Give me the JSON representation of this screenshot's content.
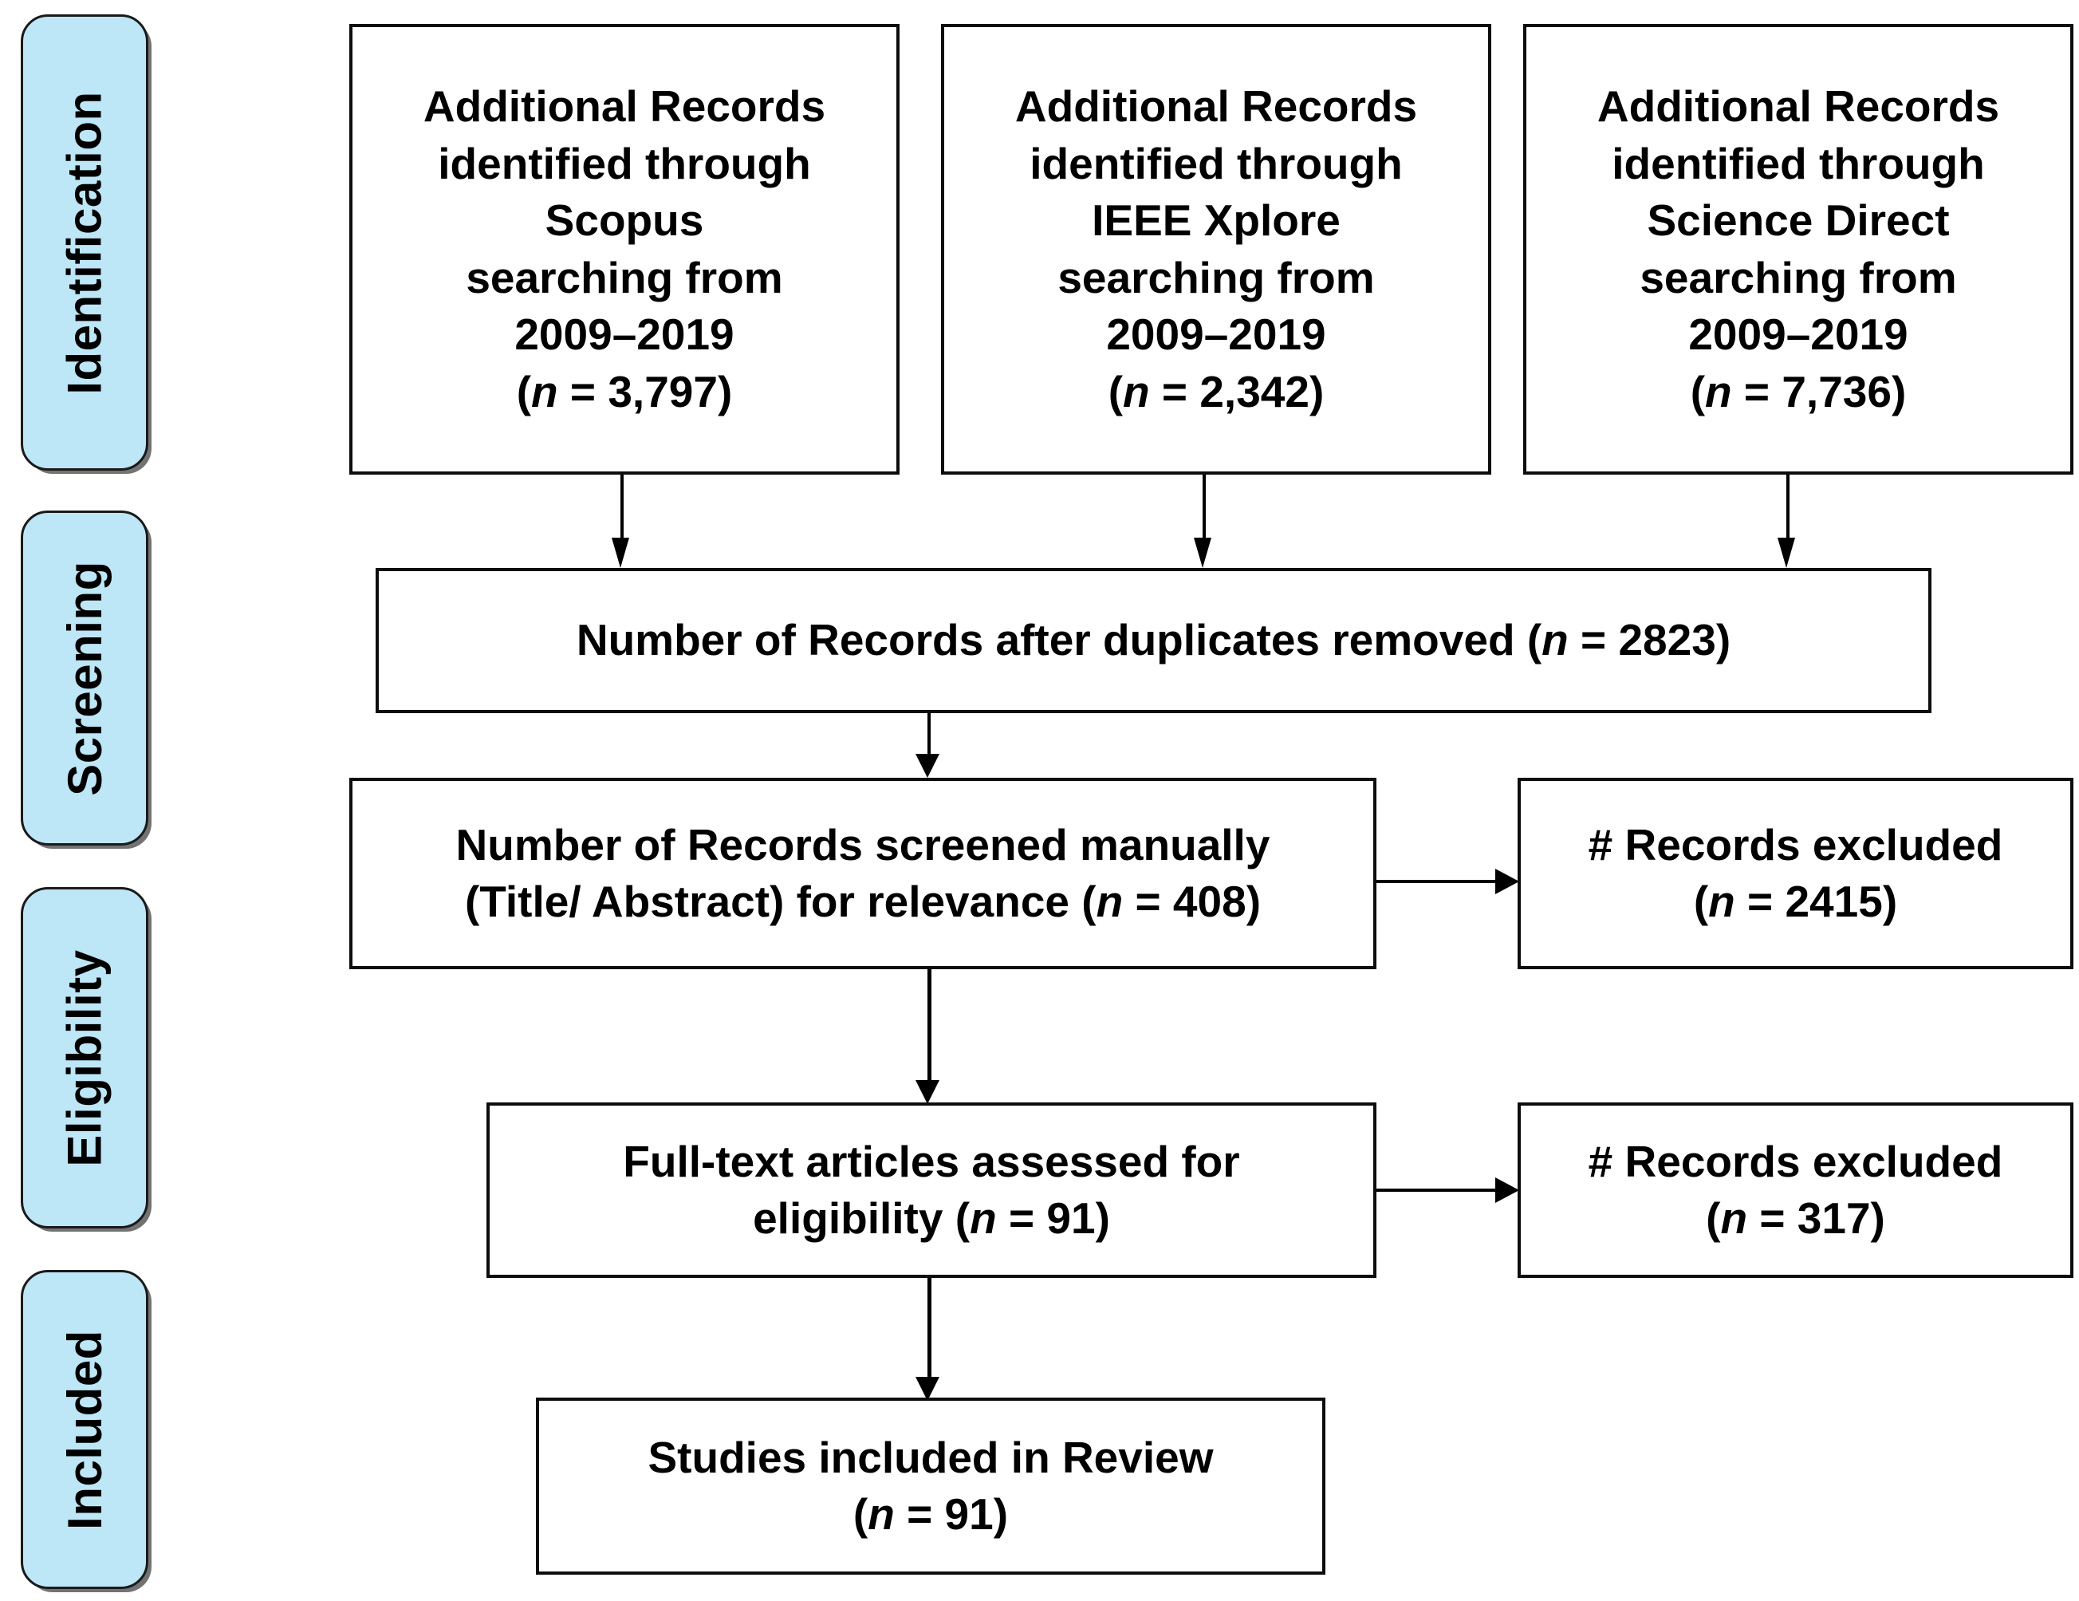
{
  "diagram": {
    "title": "PRISMA flow diagram",
    "accent_color": "#bde6f7",
    "line_color": "#000000",
    "box_border_color": "#0d0d0d"
  },
  "stages": [
    {
      "id": "identification",
      "label": "Identification"
    },
    {
      "id": "screening",
      "label": "Screening"
    },
    {
      "id": "eligibility",
      "label": "Eligibility"
    },
    {
      "id": "included",
      "label": "Included"
    }
  ],
  "sources": [
    {
      "id": "scopus",
      "line1": "Additional Records",
      "line2": "identified through",
      "line3": "Scopus",
      "line4": "searching from",
      "line5": "2009–2019",
      "n_prefix": "(",
      "n_symbol": "n",
      "n_eq": " = ",
      "n_value": "3,797",
      "n_suffix": ")",
      "database": "Scopus",
      "years": "2009–2019",
      "count": 3797
    },
    {
      "id": "ieee-xplore",
      "line1": "Additional Records",
      "line2": "identified through",
      "line3": "IEEE Xplore",
      "line4": "searching from",
      "line5": "2009–2019",
      "n_prefix": "(",
      "n_symbol": "n",
      "n_eq": " = ",
      "n_value": "2,342",
      "n_suffix": ")",
      "database": "IEEE Xplore",
      "years": "2009–2019",
      "count": 2342
    },
    {
      "id": "science-direct",
      "line1": "Additional Records",
      "line2": "identified through",
      "line3": "Science Direct",
      "line4": "searching from",
      "line5": "2009–2019",
      "n_prefix": "(",
      "n_symbol": "n",
      "n_eq": " = ",
      "n_value": "7,736",
      "n_suffix": ")",
      "database": "Science Direct",
      "years": "2009–2019",
      "count": 7736
    }
  ],
  "duplicates": {
    "text": "Number of Records after duplicates removed ",
    "n_prefix": "(",
    "n_symbol": "n",
    "n_eq": " = ",
    "n_value": "2823",
    "n_suffix": ")",
    "count": 2823
  },
  "screened": {
    "line1": "Number of Records screened manually",
    "line2": "(Title/ Abstract) for relevance ",
    "n_prefix": "(",
    "n_symbol": "n",
    "n_eq": " = ",
    "n_value": "408",
    "n_suffix": ")",
    "count": 408
  },
  "excluded_screening": {
    "line1": "# Records excluded",
    "n_prefix": "(",
    "n_symbol": "n",
    "n_eq": " = ",
    "n_value": "2415",
    "n_suffix": ")",
    "count": 2415
  },
  "fulltext": {
    "line1": "Full-text articles assessed for",
    "line2": "eligibility ",
    "n_prefix": "(",
    "n_symbol": "n",
    "n_eq": " = ",
    "n_value": "91",
    "n_suffix": ")",
    "count": 91
  },
  "excluded_eligibility": {
    "line1": "# Records excluded",
    "n_prefix": "(",
    "n_symbol": "n",
    "n_eq": " = ",
    "n_value": "317",
    "n_suffix": ")",
    "count": 317
  },
  "included_studies": {
    "line1": "Studies included in Review",
    "n_prefix": "(",
    "n_symbol": "n",
    "n_eq": " = ",
    "n_value": "91",
    "n_suffix": ")",
    "count": 91
  }
}
